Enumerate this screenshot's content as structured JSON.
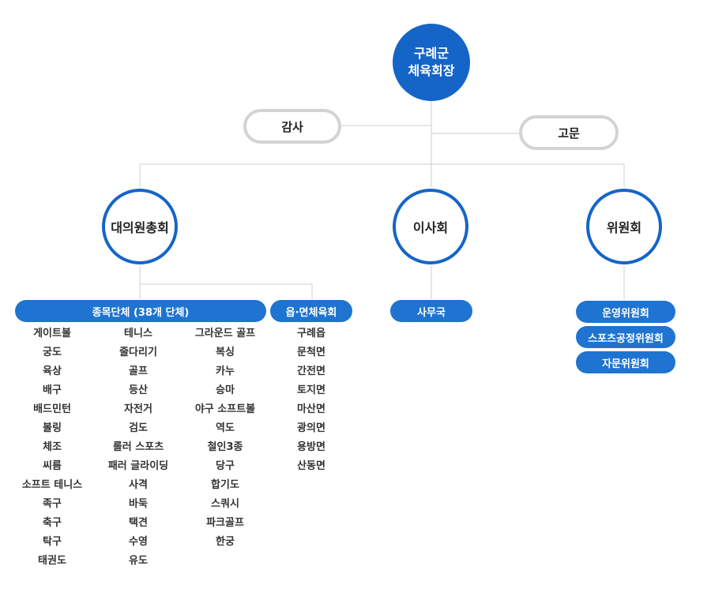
{
  "top": {
    "line1": "구례군",
    "line2": "체육회장"
  },
  "auditor": "감사",
  "advisor": "고문",
  "general_assembly": "대의원총회",
  "board": "이사회",
  "committee": "위원회",
  "sports_groups_bar": "종목단체 (38개 단체)",
  "town_assoc_bar": "읍·면체육회",
  "secretariat": "사무국",
  "committees": [
    "운영위원회",
    "스포츠공정위원회",
    "자문위원회"
  ],
  "sports_col1": [
    "게이트볼",
    "궁도",
    "육상",
    "배구",
    "배드민턴",
    "볼링",
    "체조",
    "씨름",
    "소프트 테니스",
    "족구",
    "축구",
    "탁구",
    "태권도"
  ],
  "sports_col2": [
    "테니스",
    "줄다리기",
    "골프",
    "등산",
    "자전거",
    "검도",
    "롤러 스포츠",
    "패러 글라이딩",
    "사격",
    "바둑",
    "택견",
    "수영",
    "유도"
  ],
  "sports_col3": [
    "그라운드 골프",
    "복싱",
    "카누",
    "승마",
    "야구 소프트볼",
    "역도",
    "철인3종",
    "당구",
    "합기도",
    "스쿼시",
    "파크골프",
    "한궁"
  ],
  "towns": [
    "구례읍",
    "문척면",
    "간전면",
    "토지면",
    "마산면",
    "광의면",
    "용방면",
    "산동면"
  ],
  "colors": {
    "primary": "#1565c8",
    "bar": "#1e74d0",
    "gray_border": "#d3d3d3",
    "line": "#cccccc"
  }
}
